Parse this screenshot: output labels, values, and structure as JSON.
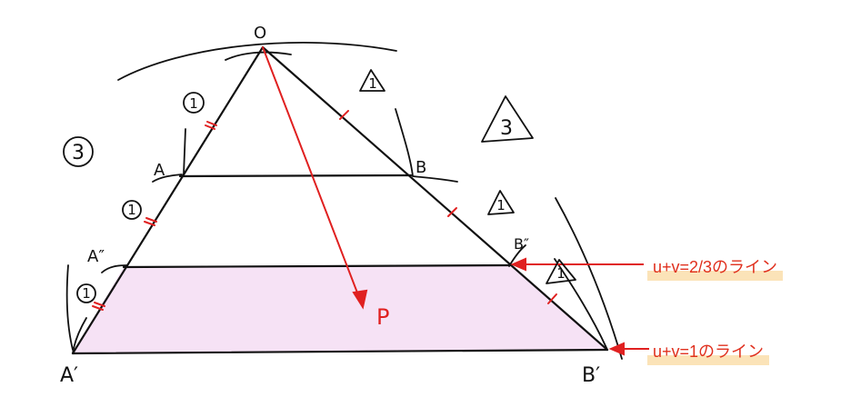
{
  "labels": {
    "O": "O",
    "A": "A",
    "B": "B",
    "A2": "A″",
    "B2": "B″",
    "A1": "A′",
    "B1": "B′",
    "P": "P"
  },
  "ratios": {
    "OA": "1",
    "AA2": "1",
    "A2A1": "1",
    "OB": "1",
    "BB2": "1",
    "B2B1": "1",
    "left_total": "3",
    "right_total": "3"
  },
  "annotations": {
    "line_two_thirds": "u+v=2/3のライン",
    "line_one": "u+v=1のライン"
  },
  "colors": {
    "ink": "#111111",
    "accent": "#e02020",
    "region": "#f6e2f5",
    "highlight": "#fbe3b8"
  }
}
